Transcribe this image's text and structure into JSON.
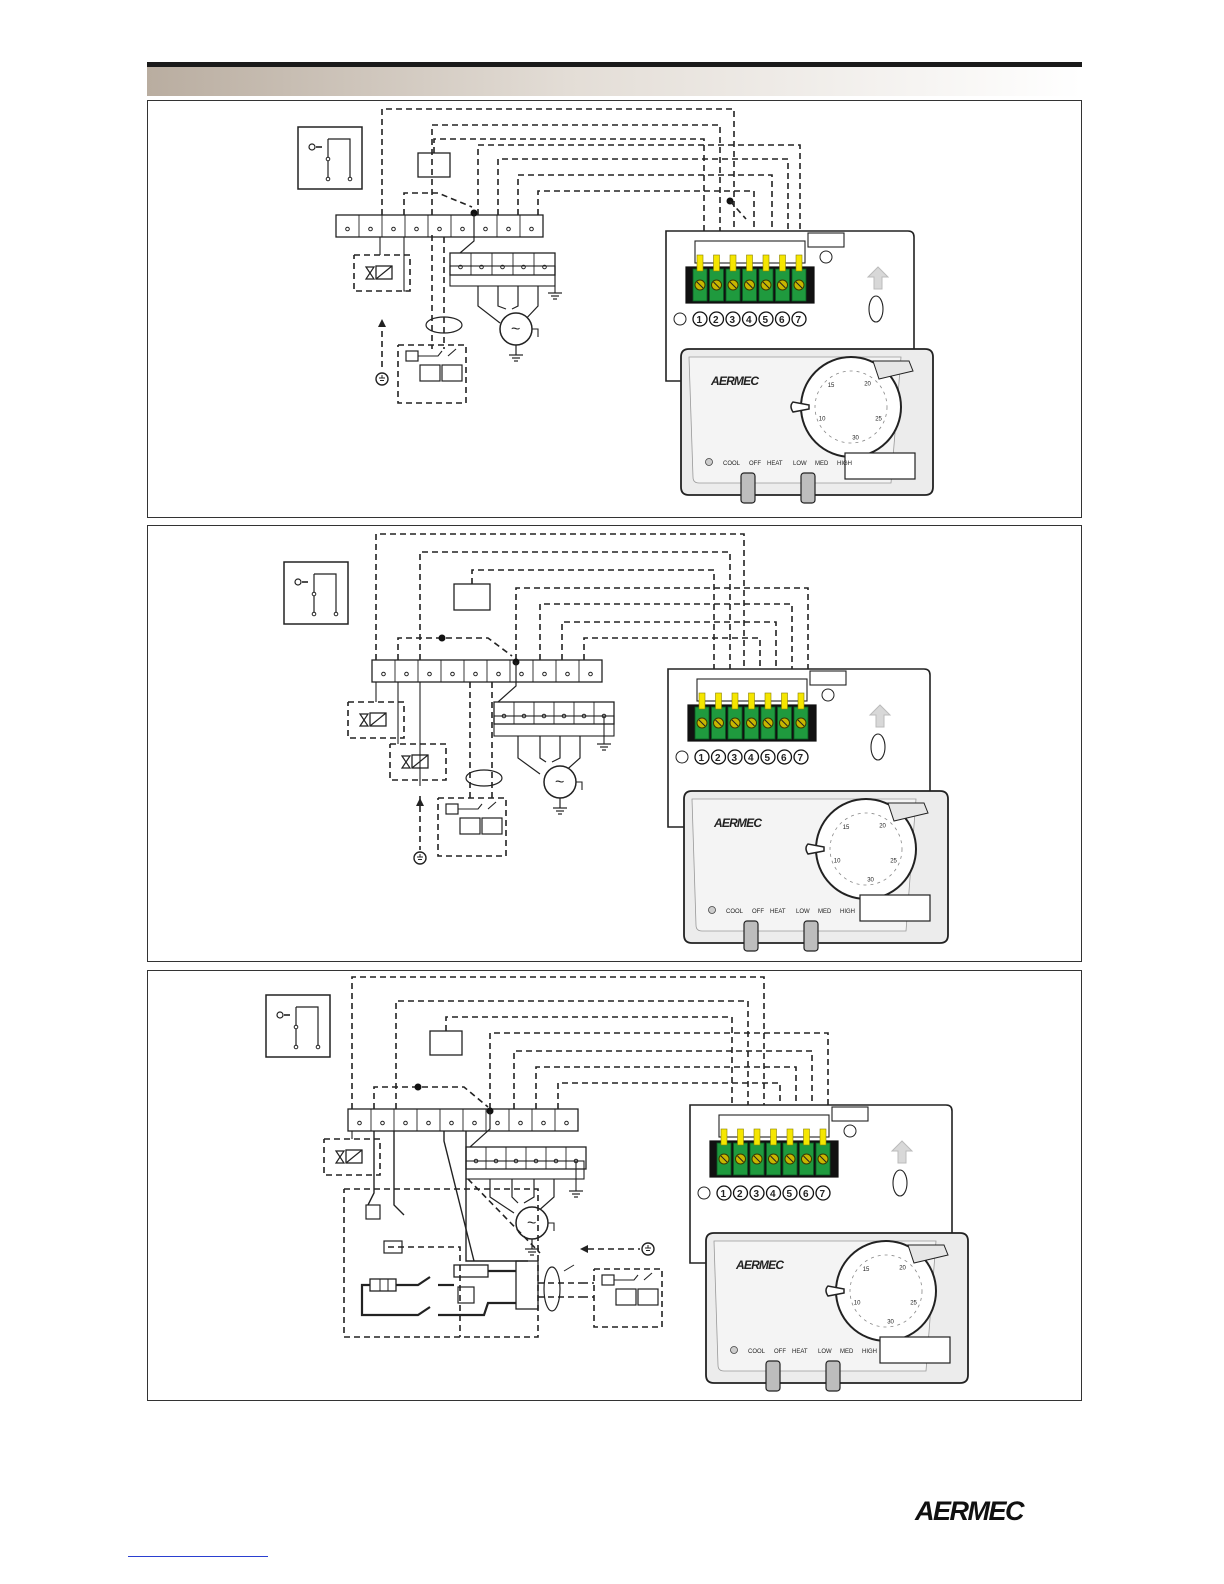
{
  "brand": "AERMEC",
  "footer_brand": "AERMEC",
  "panels": [
    {
      "id": "panel-1",
      "terminals": [
        "1",
        "2",
        "3",
        "4",
        "5",
        "6",
        "7"
      ]
    },
    {
      "id": "panel-2",
      "terminals": [
        "1",
        "2",
        "3",
        "4",
        "5",
        "6",
        "7"
      ]
    },
    {
      "id": "panel-3",
      "terminals": [
        "1",
        "2",
        "3",
        "4",
        "5",
        "6",
        "7"
      ]
    }
  ],
  "thermostat": {
    "mode_labels": [
      "COOL",
      "OFF",
      "HEAT"
    ],
    "speed_labels": [
      "LOW",
      "MED",
      "HIGH"
    ],
    "dial_labels": [
      "10",
      "15",
      "20",
      "25",
      "30"
    ]
  },
  "colors": {
    "terminal_green": "#1f9a3e",
    "pin_yellow": "#f5e600",
    "housing_grey": "#ececec"
  }
}
